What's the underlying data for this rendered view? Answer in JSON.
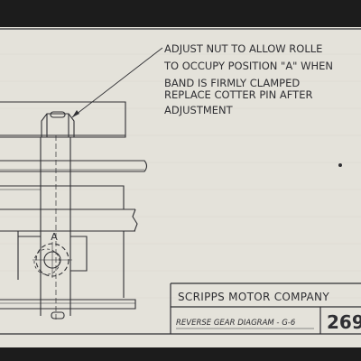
{
  "note": {
    "lines": [
      "ADJUST NUT TO ALLOW ROLLE",
      "TO OCCUPY POSITION \"A\" WHEN",
      "BAND IS FIRMLY CLAMPED",
      "REPLACE COTTER PIN AFTER",
      "ADJUSTMENT"
    ]
  },
  "position_label": "A",
  "title_block": {
    "company": "SCRIPPS MOTOR COMPANY",
    "drawing_title": "REVERSE GEAR DIAGRAM - G-6",
    "drawing_number": "269"
  },
  "colors": {
    "paper": "#e4e2da",
    "ink": "#2f2f33",
    "border": "#1c1c1c"
  }
}
